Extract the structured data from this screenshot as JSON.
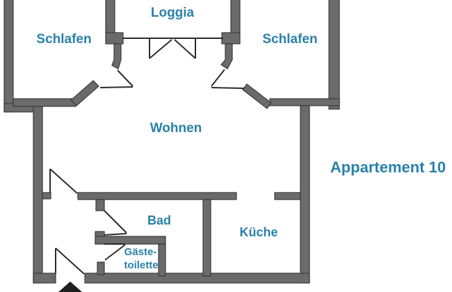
{
  "title": "Appartement 10",
  "rooms": {
    "loggia": "Loggia",
    "schlafen_left": "Schlafen",
    "schlafen_right": "Schlafen",
    "wohnen": "Wohnen",
    "bad": "Bad",
    "kueche": "Küche",
    "gaeste_line1": "Gäste-",
    "gaeste_line2": "toilette"
  },
  "icons": {
    "entrance_arrow": "entrance-arrow-icon"
  },
  "colors": {
    "wall-fill": "#6b6b6b",
    "wall-stroke": "#3a3a3a",
    "label": "#2a81aa",
    "line": "#2b2b2b",
    "arrow": "#1e1e1e",
    "background": "#ffffff"
  }
}
